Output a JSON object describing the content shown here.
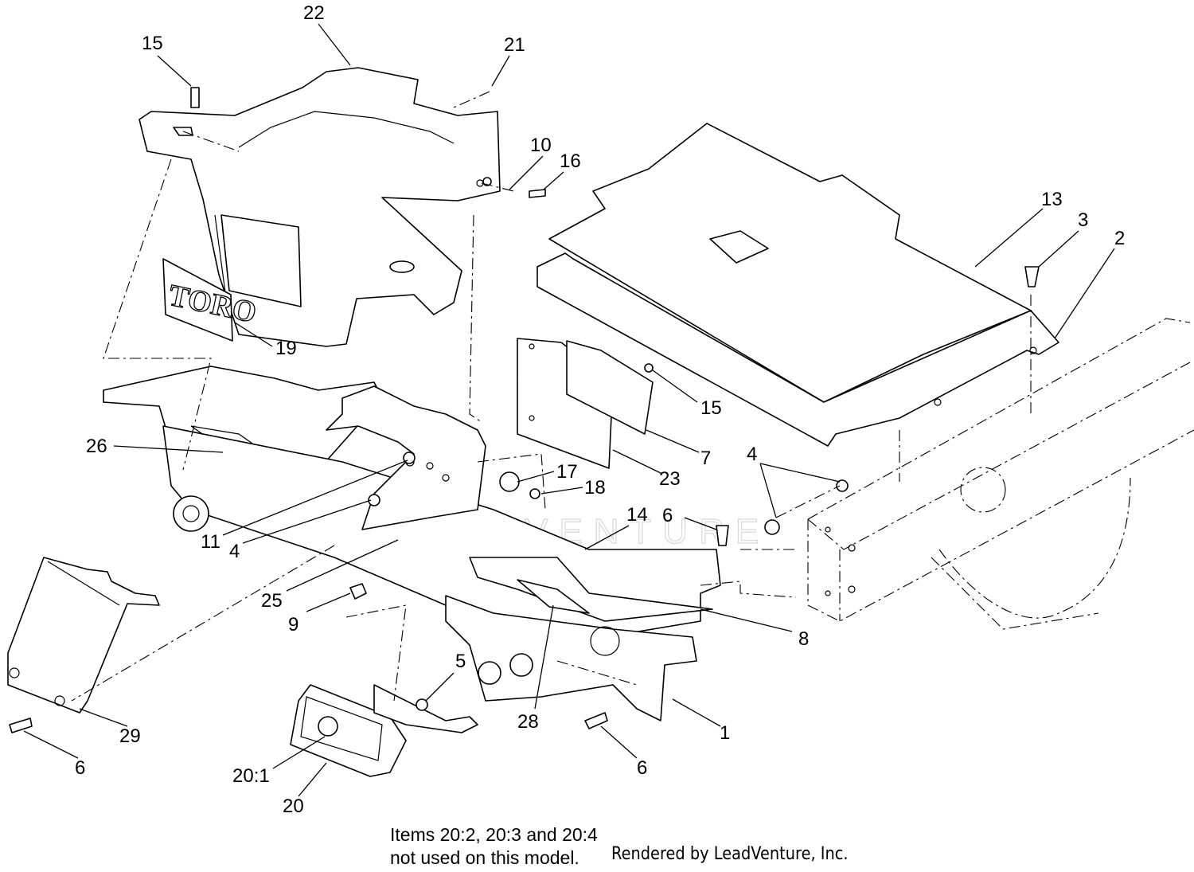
{
  "diagram": {
    "callouts": [
      {
        "id": "c22",
        "text": "22"
      },
      {
        "id": "c15a",
        "text": "15"
      },
      {
        "id": "c21",
        "text": "21"
      },
      {
        "id": "c10",
        "text": "10"
      },
      {
        "id": "c16",
        "text": "16"
      },
      {
        "id": "c13",
        "text": "13"
      },
      {
        "id": "c3",
        "text": "3"
      },
      {
        "id": "c2",
        "text": "2"
      },
      {
        "id": "c19",
        "text": "19"
      },
      {
        "id": "c15b",
        "text": "15"
      },
      {
        "id": "c7",
        "text": "7"
      },
      {
        "id": "c23",
        "text": "23"
      },
      {
        "id": "c26",
        "text": "26"
      },
      {
        "id": "c17",
        "text": "17"
      },
      {
        "id": "c18",
        "text": "18"
      },
      {
        "id": "c4a",
        "text": "4"
      },
      {
        "id": "c4b",
        "text": "4"
      },
      {
        "id": "c14",
        "text": "14"
      },
      {
        "id": "c6a",
        "text": "6"
      },
      {
        "id": "c11",
        "text": "11"
      },
      {
        "id": "c25",
        "text": "25"
      },
      {
        "id": "c9",
        "text": "9"
      },
      {
        "id": "c8",
        "text": "8"
      },
      {
        "id": "c5",
        "text": "5"
      },
      {
        "id": "c29",
        "text": "29"
      },
      {
        "id": "c28",
        "text": "28"
      },
      {
        "id": "c1",
        "text": "1"
      },
      {
        "id": "c6b",
        "text": "6"
      },
      {
        "id": "c6c",
        "text": "6"
      },
      {
        "id": "c201",
        "text": "20:1"
      },
      {
        "id": "c20",
        "text": "20"
      }
    ],
    "logo_text": "TORO",
    "watermark_text": "LEADVENTURE"
  },
  "note": {
    "line1": "Items 20:2, 20:3 and 20:4",
    "line2": "not used on this model."
  },
  "rendered_by": "Rendered by LeadVenture, Inc."
}
